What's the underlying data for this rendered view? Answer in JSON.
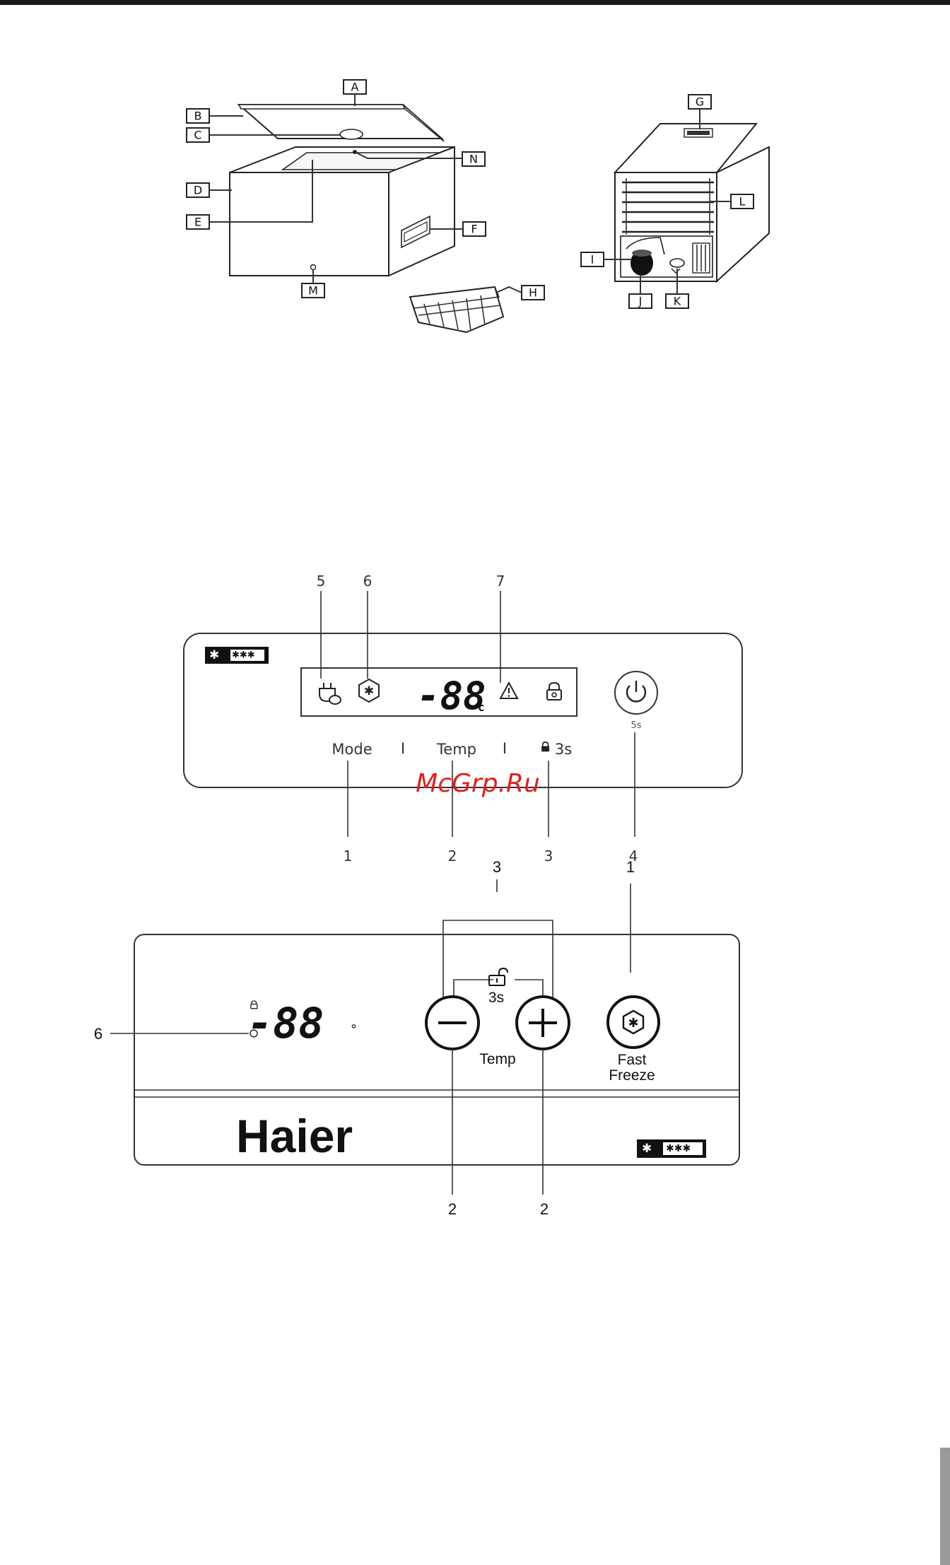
{
  "parts_diagram": {
    "labels": [
      "A",
      "B",
      "C",
      "D",
      "E",
      "F",
      "G",
      "H",
      "I",
      "J",
      "K",
      "L",
      "M",
      "N"
    ]
  },
  "panel_one": {
    "rating_stars": "✱✱✱",
    "display_digits": "-88",
    "display_unit": "c",
    "power_hold": "5s",
    "buttons": {
      "mode": "Mode",
      "temp": "Temp",
      "lock": "3s",
      "separator": "I"
    },
    "callouts_top": [
      "5",
      "6",
      "7"
    ],
    "callouts_bottom": [
      "1",
      "2",
      "3",
      "4"
    ]
  },
  "watermark": "McGrp.Ru",
  "panel_two": {
    "brand": "Haier",
    "rating_stars": "✱✱✱",
    "display_digits": "-88",
    "degree": "°",
    "lock_hold": "3s",
    "temp_label": "Temp",
    "fast_freeze": [
      "Fast",
      "Freeze"
    ],
    "callouts": {
      "left": "6",
      "top_lock": "3",
      "top_fastfreeze": "1",
      "minus": "2",
      "plus": "2"
    }
  },
  "icons": [
    "plug-eco-icon",
    "snowflake-hexagon-icon",
    "warning-icon",
    "lock-icon",
    "power-icon",
    "minus-icon",
    "plus-icon",
    "fast-freeze-icon",
    "unlock-icon",
    "star-rating-icon"
  ]
}
